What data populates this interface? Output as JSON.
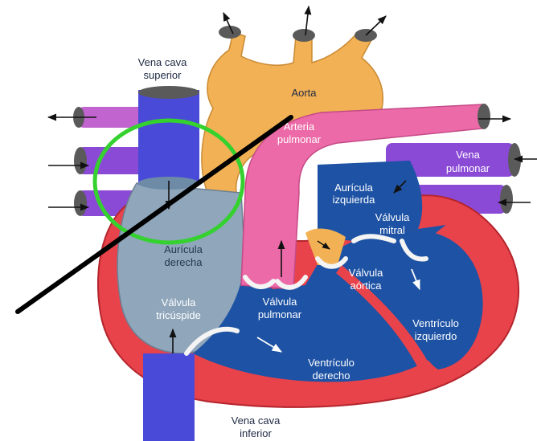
{
  "labels": {
    "vena_cava_superior": [
      "Vena cava",
      "superior"
    ],
    "aorta": "Aorta",
    "arteria_pulmonar": [
      "Arteria",
      "pulmonar"
    ],
    "vena_pulmonar": [
      "Vena",
      "pulmonar"
    ],
    "auricula_izquierda": [
      "Aurícula",
      "izquierda"
    ],
    "valvula_mitral": [
      "Válvula",
      "mitral"
    ],
    "auricula_derecha": [
      "Aurícula",
      "derecha"
    ],
    "valvula_aortica": [
      "Válvula",
      "aórtica"
    ],
    "valvula_tricuspide": [
      "Válvula",
      "tricúspide"
    ],
    "valvula_pulmonar": [
      "Válvula",
      "pulmonar"
    ],
    "ventriculo_izquierdo": [
      "Ventrículo",
      "izquierdo"
    ],
    "ventriculo_derecho": [
      "Ventrículo",
      "derecho"
    ],
    "vena_cava_inferior": [
      "Vena cava",
      "inferior"
    ]
  },
  "colors": {
    "aorta": "#f2b154",
    "pulmonary_artery": "#ec6aa8",
    "vein_blue": "#4a4ad8",
    "pulmonary_vein": "#8a4ad6",
    "muscle": "#e8434b",
    "chamber_light": "#8fa6bb",
    "chamber_dark": "#1d52a4",
    "annotation_circle": "#34d12f",
    "annotation_line": "#000000"
  }
}
